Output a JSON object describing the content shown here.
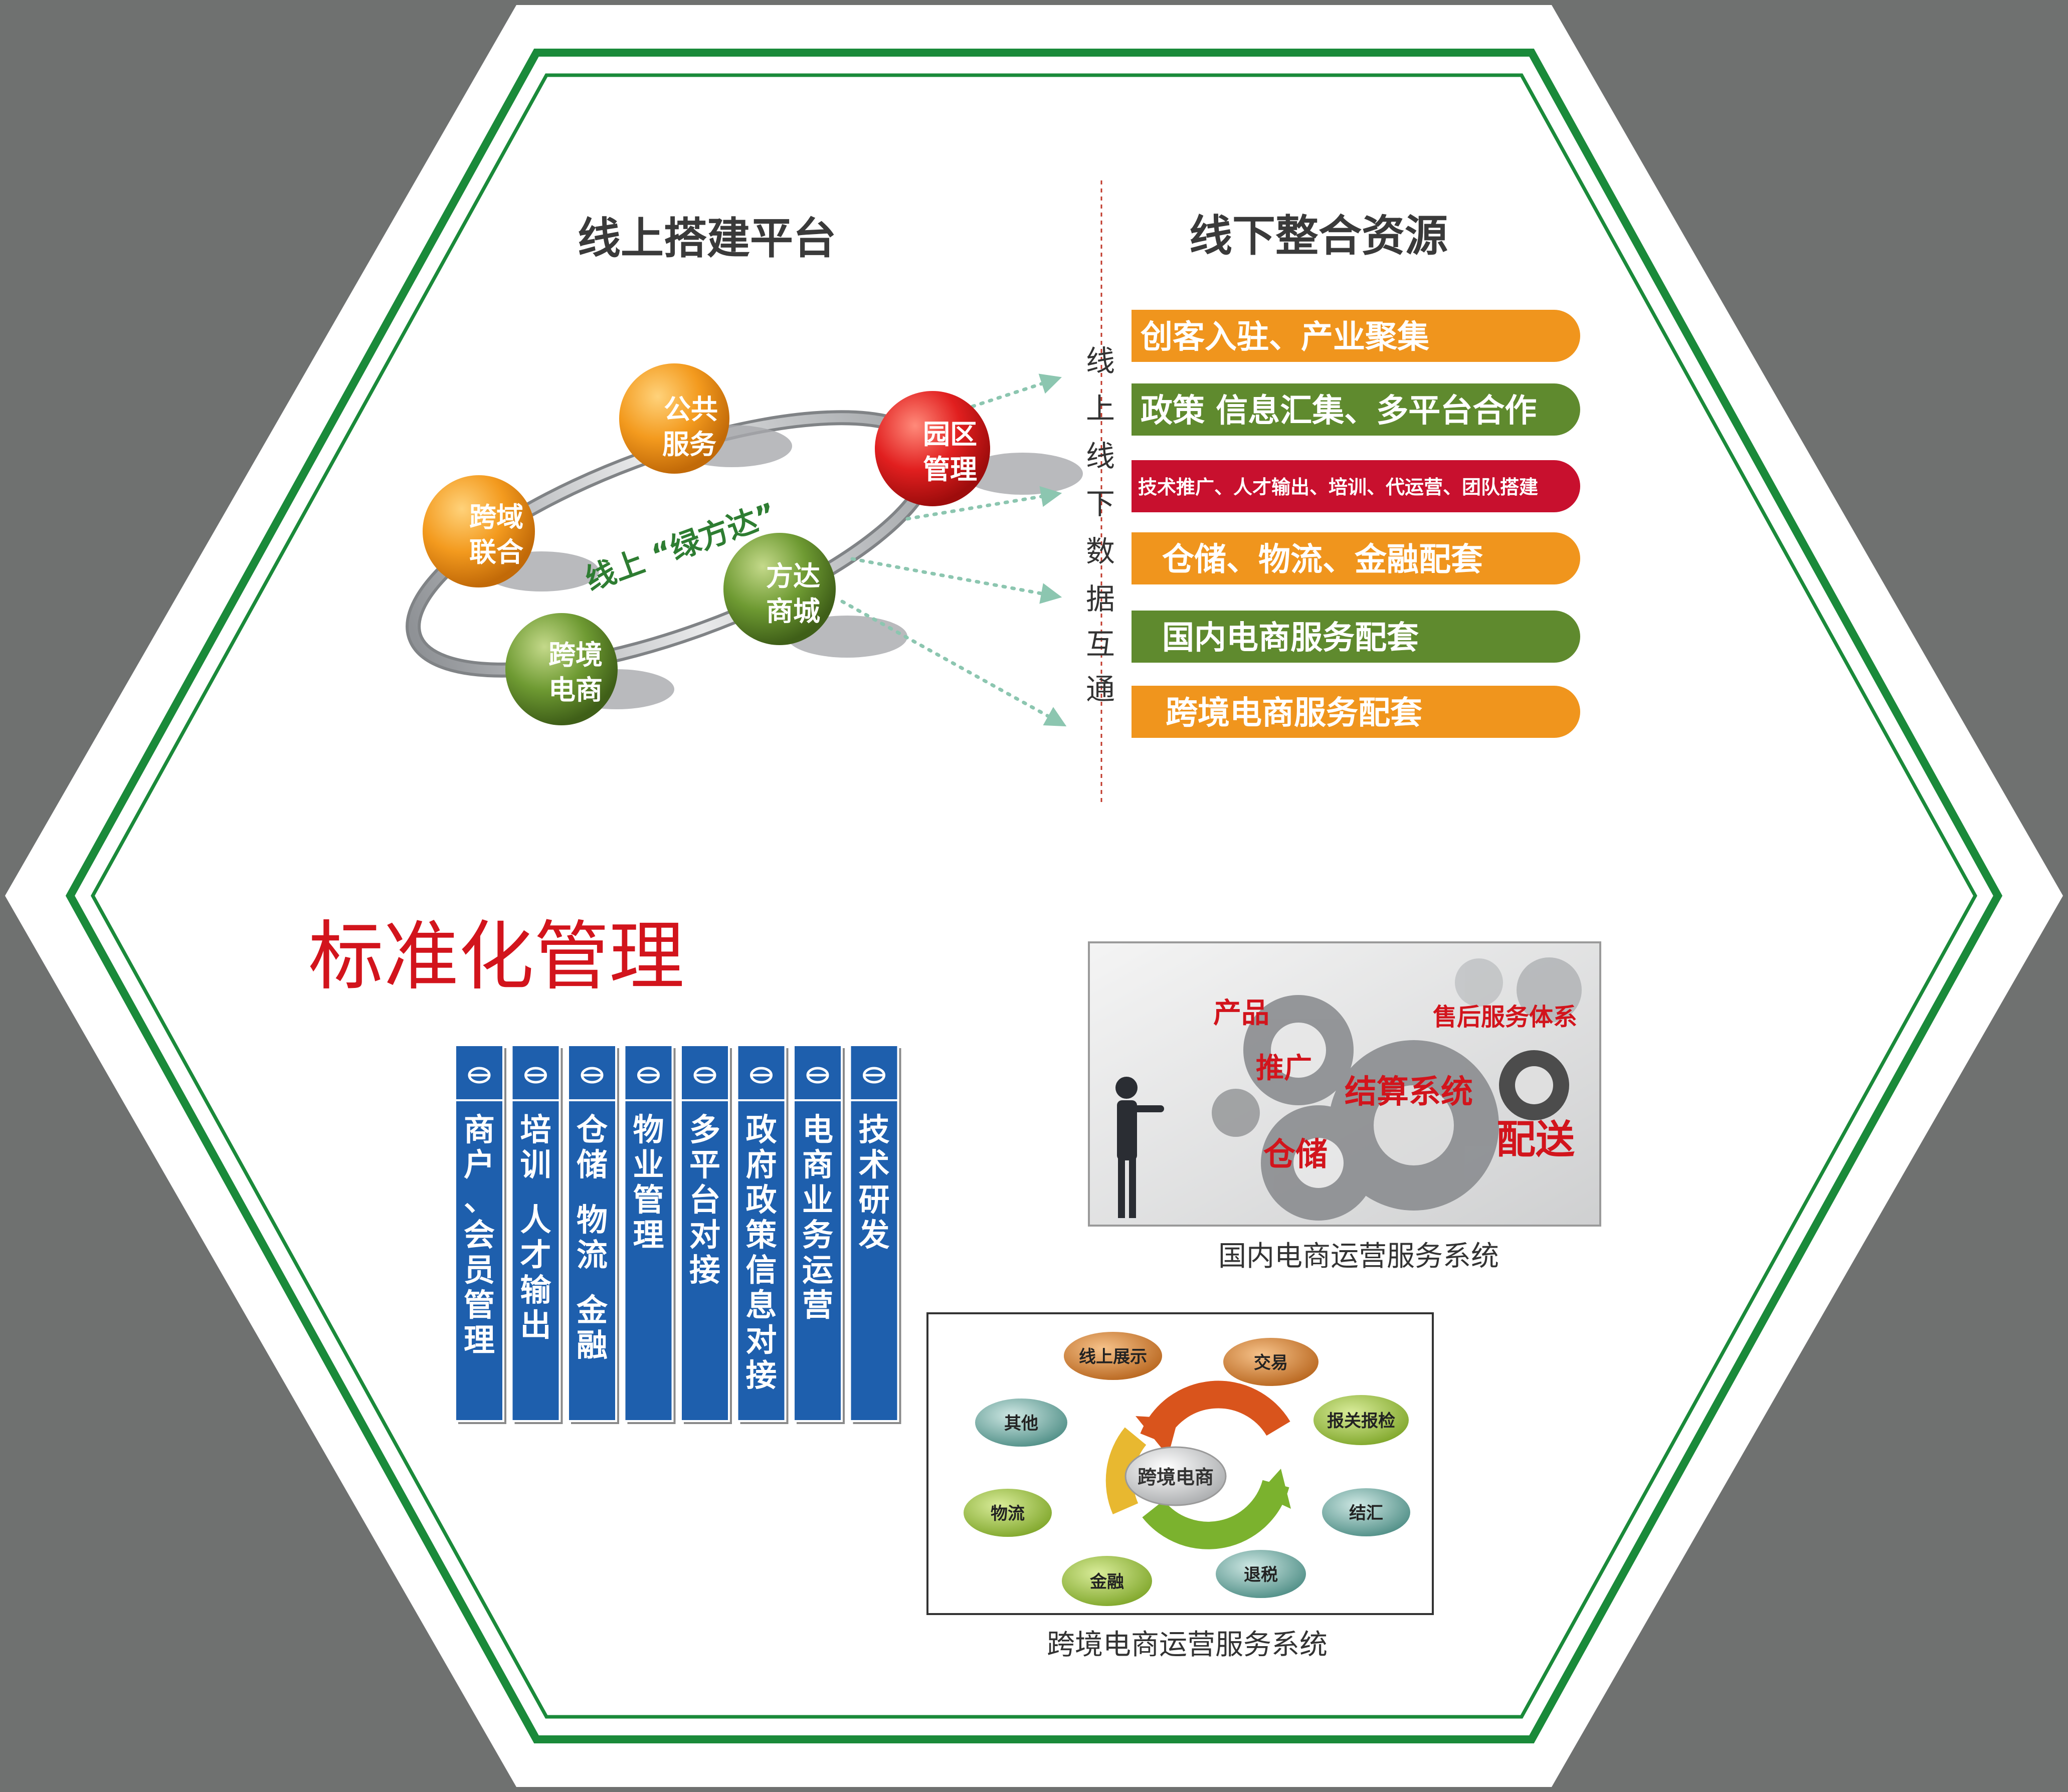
{
  "colors": {
    "background_gray": "#6f7170",
    "panel_white": "#ffffff",
    "frame_green": "#1a8a3a",
    "orange": "#f0951d",
    "green": "#5f8a2e",
    "red": "#c8102e",
    "blue": "#1e5fad",
    "title_red": "#d2141c",
    "dark_text": "#3a3a3a"
  },
  "online": {
    "title": "线上搭建平台",
    "loop_label": "线上 “绿方达”",
    "nodes": [
      {
        "label_line1": "公共",
        "label_line2": "服务",
        "color": "orange"
      },
      {
        "label_line1": "园区",
        "label_line2": "管理",
        "color": "red"
      },
      {
        "label_line1": "跨域",
        "label_line2": "联合",
        "color": "orange"
      },
      {
        "label_line1": "方达",
        "label_line2": "商城",
        "color": "green"
      },
      {
        "label_line1": "跨境",
        "label_line2": "电商",
        "color": "green"
      }
    ]
  },
  "offline": {
    "title": "线下整合资源",
    "vertical_label": [
      "线",
      "上",
      "线",
      "下",
      "数",
      "据",
      "互",
      "通"
    ],
    "bars": [
      {
        "text": "创客入驻、产业聚集",
        "color": "orange"
      },
      {
        "text": "政策 信息汇集、多平台合作",
        "color": "green"
      },
      {
        "text": "技术推广、人才输出、培训、代运营、团队搭建",
        "color": "red"
      },
      {
        "text": "仓储、物流、金融配套",
        "color": "orange"
      },
      {
        "text": "国内电商服务配套",
        "color": "green"
      },
      {
        "text": "跨境电商服务配套",
        "color": "orange"
      }
    ]
  },
  "standard": {
    "title": "标准化管理",
    "columns": [
      "商户、会员管理",
      "培训 人才输出",
      "仓储 物流 金融",
      "物业管理",
      "多平台对接",
      "政府政策信息对接",
      "电商业务运营",
      "技术研发"
    ]
  },
  "domestic": {
    "caption": "国内电商运营服务系统",
    "labels": [
      "产品",
      "售后服务体系",
      "推广",
      "结算系统",
      "配送",
      "仓储"
    ]
  },
  "cross_border": {
    "caption": "跨境电商运营服务系统",
    "center": "跨境电商",
    "nodes": [
      "线上展示",
      "交易",
      "报关报检",
      "结汇",
      "退税",
      "金融",
      "物流",
      "其他"
    ]
  }
}
